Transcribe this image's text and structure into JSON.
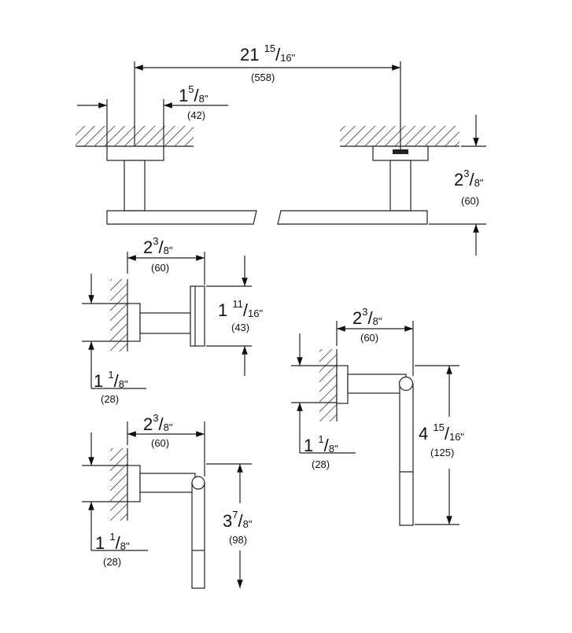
{
  "top_view": {
    "span": {
      "whole": "21",
      "num": "15",
      "den": "16\"",
      "mm": "(558)"
    },
    "base_width": {
      "whole": "1",
      "num": "5",
      "den": "8\"",
      "mm": "(42)"
    },
    "height": {
      "whole": "2",
      "num": "3",
      "den": "8\"",
      "mm": "(60)"
    }
  },
  "side_view_a": {
    "projection": {
      "whole": "2",
      "num": "3",
      "den": "8\"",
      "mm": "(60)"
    },
    "end_height": {
      "whole": "1",
      "num": "11",
      "den": "16\"",
      "mm": "(43)"
    },
    "base": {
      "whole": "1",
      "num": "1",
      "den": "8\"",
      "mm": "(28)"
    }
  },
  "side_view_b": {
    "projection": {
      "whole": "2",
      "num": "3",
      "den": "8\"",
      "mm": "(60)"
    },
    "drop": {
      "whole": "3",
      "num": "7",
      "den": "8\"",
      "mm": "(98)"
    },
    "base": {
      "whole": "1",
      "num": "1",
      "den": "8\"",
      "mm": "(28)"
    }
  },
  "side_view_c": {
    "projection": {
      "whole": "2",
      "num": "3",
      "den": "8\"",
      "mm": "(60)"
    },
    "drop": {
      "whole": "4",
      "num": "15",
      "den": "16\"",
      "mm": "(125)"
    },
    "base": {
      "whole": "1",
      "num": "1",
      "den": "8\"",
      "mm": "(28)"
    }
  }
}
